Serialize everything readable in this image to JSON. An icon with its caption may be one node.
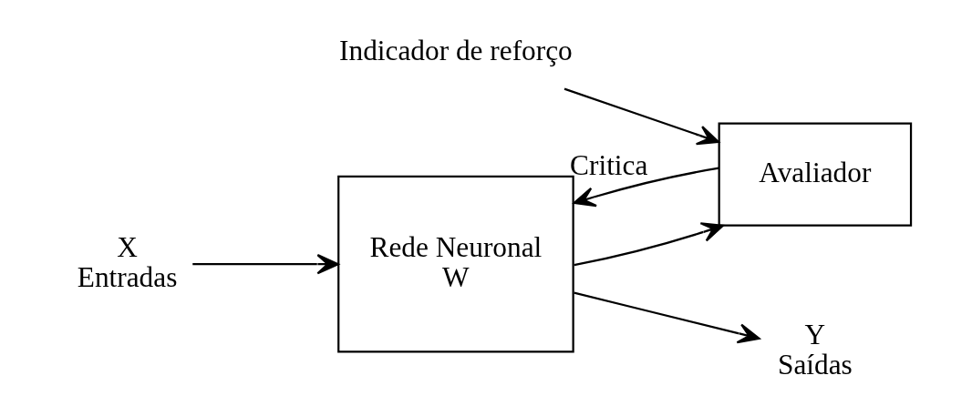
{
  "diagram": {
    "nodes": [
      {
        "text": [
          "Rede Neuronal",
          "W"
        ]
      },
      {
        "text": [
          "X",
          "Entradas"
        ]
      },
      {
        "text": [
          "Y",
          "Saídas"
        ]
      },
      {
        "text": [
          "Avaliador"
        ]
      },
      {
        "text": [
          "Indicador de reforço"
        ]
      }
    ],
    "edges": [
      {
        "from": 1,
        "to": 0,
        "arrow": "to"
      },
      {
        "from": 0,
        "to": 2,
        "arrow": "to"
      },
      {
        "from": 0,
        "to": 3,
        "arrow": "to"
      },
      {
        "from": 4,
        "to": 3,
        "arrow": "to"
      },
      {
        "from": 3,
        "to": 0,
        "arrow": "to",
        "label": "Critica"
      }
    ]
  }
}
